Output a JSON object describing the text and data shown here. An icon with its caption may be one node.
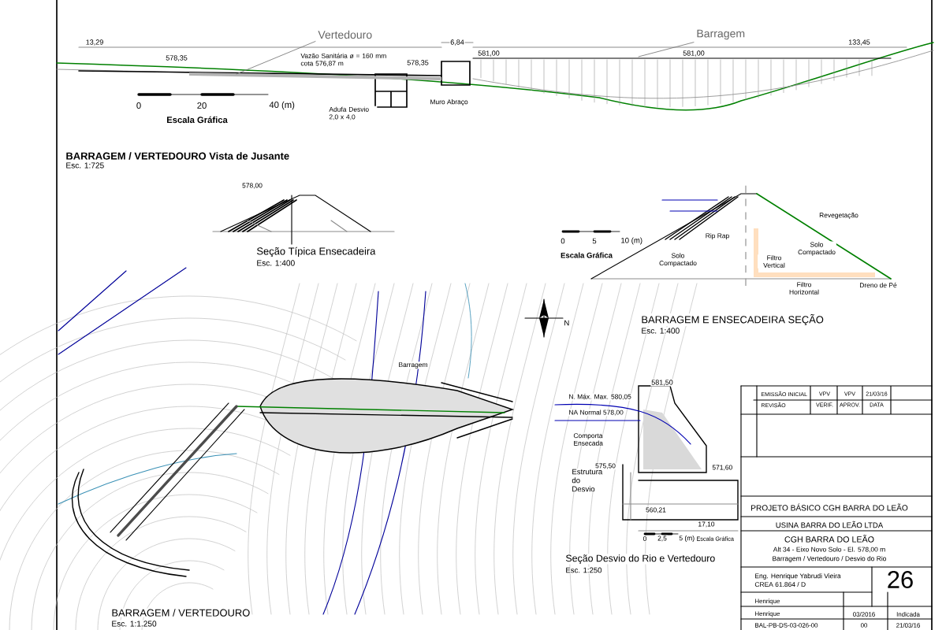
{
  "diagram": {
    "nodes": [
      {
        "text": [
          "Vertedouro"
        ]
      },
      {
        "text": [
          "Barragem"
        ]
      }
    ],
    "edges": [
      {
        "from": 0,
        "to": null,
        "arrow": "none"
      },
      {
        "from": 1,
        "to": null,
        "arrow": "none"
      }
    ],
    "labels": [
      "13,29",
      "6,84",
      "133,45",
      "578,35",
      "Vazão Sanitária ø = 160 mm cota 576,87 m",
      "578,35",
      "581,00",
      "581,00",
      "Muro Abraço",
      "Adufa Desvio 2,0 x 4,0",
      "0",
      "20",
      "40 (m)",
      "Escala Gráfica",
      "BARRAGEM / VERTEDOURO Vista de Jusante",
      "Esc. 1:725",
      "578,00",
      "Seção Típica Ensecadeira",
      "Esc. 1:400",
      "0",
      "5",
      "10 (m)",
      "Escala Gráfica",
      "Solo Compactado",
      "Rip Rap",
      "Solo Compactado",
      "Filtro Vertical",
      "Filtro Horizontal",
      "Revegetação",
      "Dreno de Pé",
      "BARRAGEM E ENSECADEIRA SEÇÃO",
      "Esc. 1:400",
      "Barragem",
      "BARRAGEM / VERTEDOURO",
      "Esc. 1:1.250",
      "N",
      "581,50",
      "N. Máx. Max. 580,05",
      "NA Normal 578,00",
      "Comporta Ensecada",
      "575,50",
      "Estrutura do Desvio",
      "571,60",
      "560,21",
      "17,10",
      "0",
      "2,5",
      "5 (m)",
      "Escala Gráfica",
      "Seção Desvio do Rio e Vertedouro",
      "Esc. 1:250",
      "EMISSÃO INICIAL",
      "VPV",
      "VPV",
      "21/03/16",
      "REVISÃO",
      "VERIF.",
      "APROV.",
      "DATA",
      "PROJETO BÁSICO CGH BARRA DO LEÃO",
      "USINA BARRA DO LEÃO LTDA",
      "CGH BARRA DO LEÃO",
      "Alt 34 - Eixo Novo Solo - El. 578,00 m",
      "Barragem / Vertedouro / Desvio do Rio",
      "Eng. Henrique Yabrudi Vieira",
      "CREA 61.864 / D",
      "26",
      "Henrique",
      "Henrique",
      "03/2016",
      "Indicada",
      "BAL-PB-DS-03-026-00",
      "00",
      "21/03/16"
    ]
  }
}
